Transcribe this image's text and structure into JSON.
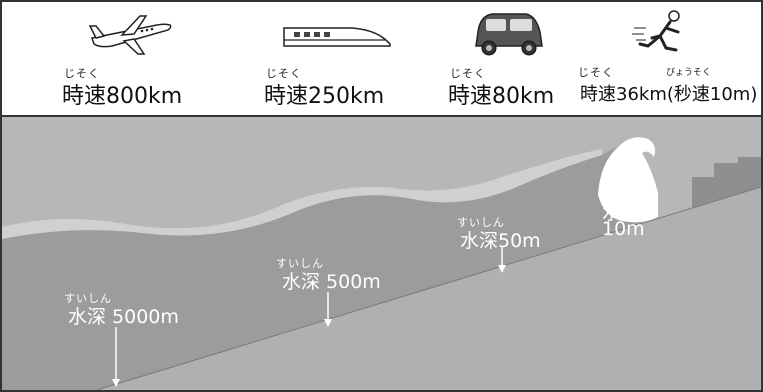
{
  "vehicles": [
    {
      "icon": "airplane-icon",
      "ruby": "じそく",
      "speed": "時速800km"
    },
    {
      "icon": "bullet-train-icon",
      "ruby": "じそく",
      "speed": "時速250km"
    },
    {
      "icon": "car-icon",
      "ruby": "じそく",
      "speed": "時速80km"
    },
    {
      "icon": "runner-icon",
      "ruby": "じそく",
      "ruby2": "びょうそく",
      "speed": "時速36km(秒速10m)"
    }
  ],
  "depths": [
    {
      "ruby": "すいしん",
      "label": "水深 5000m"
    },
    {
      "ruby": "すいしん",
      "label": "水深 500m"
    },
    {
      "ruby": "すいしん",
      "label": "水深50m"
    },
    {
      "label_line1": "水深",
      "label_line2": "10m"
    }
  ],
  "colors": {
    "sky": "#b7b7b7",
    "far_wave": "#d5d5d5",
    "sea": "#999999",
    "sea_floor": "#b0b0b0",
    "tsunami_crest": "#ffffff",
    "building": "#8f8f8f"
  }
}
